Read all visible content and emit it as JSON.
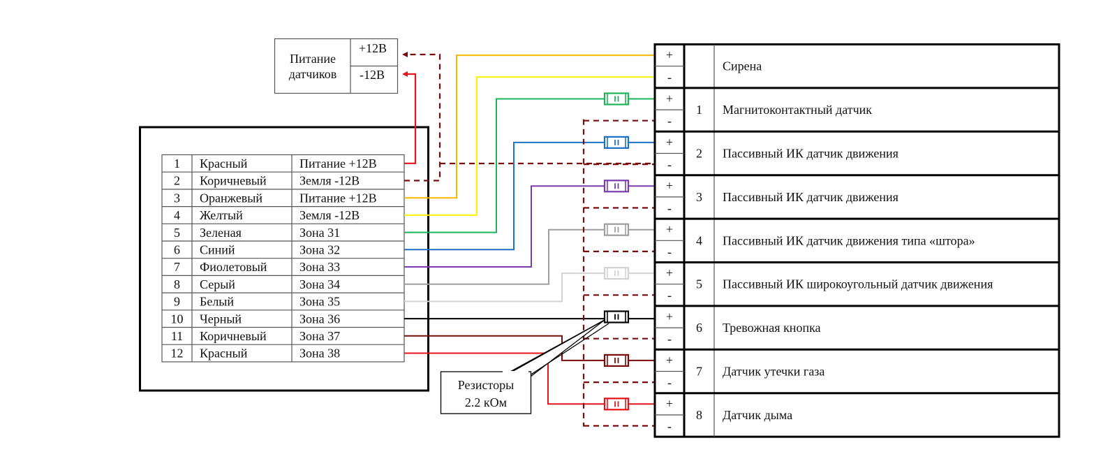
{
  "power_box": {
    "title_line1": "Питание",
    "title_line2": "датчиков",
    "plus_label": "+12В",
    "minus_label": "-12В"
  },
  "control_panel": {
    "rows": [
      {
        "num": "1",
        "color_name": "Красный",
        "function": "Питание +12В",
        "wire_color": "#e8141a"
      },
      {
        "num": "2",
        "color_name": "Коричневый",
        "function": "Земля -12В",
        "wire_color": "#7a0b0b"
      },
      {
        "num": "3",
        "color_name": "Оранжевый",
        "function": "Питание +12В",
        "wire_color": "#f5b800"
      },
      {
        "num": "4",
        "color_name": "Желтый",
        "function": "Земля -12В",
        "wire_color": "#fff200"
      },
      {
        "num": "5",
        "color_name": "Зеленая",
        "function": "Зона 31",
        "wire_color": "#1db45a"
      },
      {
        "num": "6",
        "color_name": "Синий",
        "function": "Зона 32",
        "wire_color": "#1a73c4"
      },
      {
        "num": "7",
        "color_name": "Фиолетовый",
        "function": "Зона 33",
        "wire_color": "#7a3bab"
      },
      {
        "num": "8",
        "color_name": "Серый",
        "function": "Зона 34",
        "wire_color": "#9e9e9e"
      },
      {
        "num": "9",
        "color_name": "Белый",
        "function": "Зона 35",
        "wire_color": "#d3d3d3"
      },
      {
        "num": "10",
        "color_name": "Черный",
        "function": "Зона 36",
        "wire_color": "#000000"
      },
      {
        "num": "11",
        "color_name": "Коричневый",
        "function": "Зона 37",
        "wire_color": "#7a0b0b"
      },
      {
        "num": "12",
        "color_name": "Красный",
        "function": "Зона 38",
        "wire_color": "#e8141a"
      }
    ]
  },
  "devices": {
    "plus_symbol": "+",
    "minus_symbol": "-",
    "rows": [
      {
        "zone": "",
        "name": "Сирена"
      },
      {
        "zone": "1",
        "name": "Магнитоконтактный датчик"
      },
      {
        "zone": "2",
        "name": "Пассивный ИК датчик движения"
      },
      {
        "zone": "3",
        "name": "Пассивный ИК датчик движения"
      },
      {
        "zone": "4",
        "name": "Пассивный ИК датчик движения типа «штора»"
      },
      {
        "zone": "5",
        "name": "Пассивный ИК  широкоугольный  датчик движения"
      },
      {
        "zone": "6",
        "name": "Тревожная кнопка"
      },
      {
        "zone": "7",
        "name": "Датчик утечки газа"
      },
      {
        "zone": "8",
        "name": "Датчик дыма"
      }
    ]
  },
  "resistor_callout": {
    "line1": "Резисторы",
    "line2": "2.2 кОм"
  },
  "colors": {
    "ground_bus": "#7a0b0b",
    "power_line": "#e8141a",
    "frame": "#000000",
    "grid": "#555555"
  }
}
